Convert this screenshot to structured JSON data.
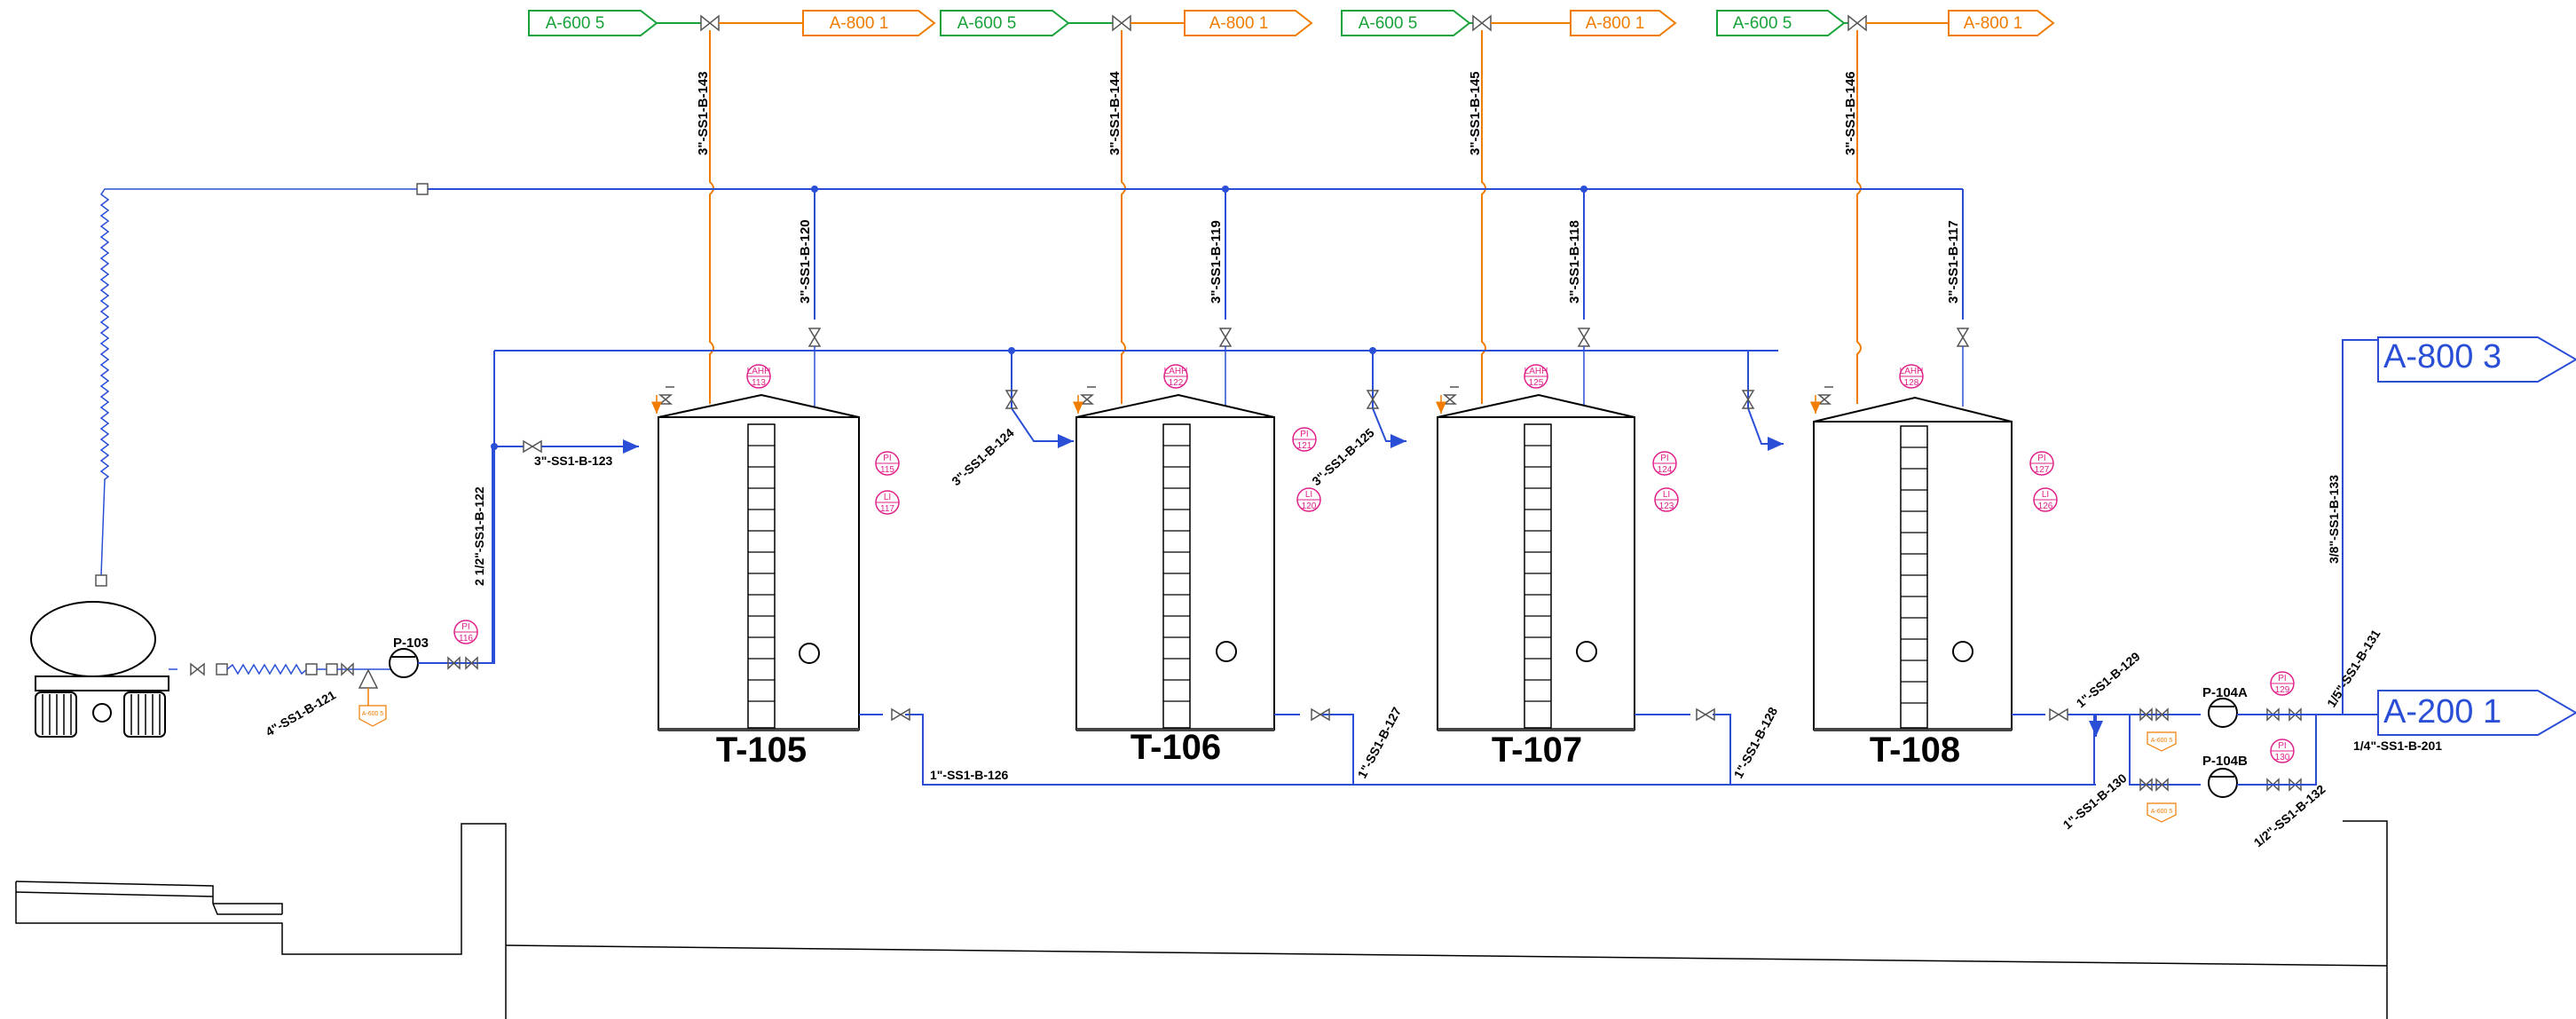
{
  "colors": {
    "water_line": "#2a4fd6",
    "steam_line": "#f07c00",
    "air_line": "#18a23a",
    "instrument": "#e0218a",
    "equipment": "#000000"
  },
  "tanks": [
    {
      "name": "T-105",
      "instruments": [
        {
          "tag": "LAHH",
          "num": "113"
        },
        {
          "tag": "PI",
          "num": "115"
        },
        {
          "tag": "LI",
          "num": "117"
        }
      ]
    },
    {
      "name": "T-106",
      "instruments": [
        {
          "tag": "LAHH",
          "num": "122"
        },
        {
          "tag": "PI",
          "num": "121"
        },
        {
          "tag": "LI",
          "num": "120"
        }
      ]
    },
    {
      "name": "T-107",
      "instruments": [
        {
          "tag": "LAHH",
          "num": "125"
        },
        {
          "tag": "PI",
          "num": "124"
        },
        {
          "tag": "LI",
          "num": "123"
        }
      ]
    },
    {
      "name": "T-108",
      "instruments": [
        {
          "tag": "LAHH",
          "num": "128"
        },
        {
          "tag": "PI",
          "num": "127"
        },
        {
          "tag": "LI",
          "num": "126"
        }
      ]
    }
  ],
  "offpage_top": [
    {
      "from": "A-600 5",
      "to": "A-800 1"
    },
    {
      "from": "A-600 5",
      "to": "A-800 1"
    },
    {
      "from": "A-600 5",
      "to": "A-800 1"
    },
    {
      "from": "A-600 5",
      "to": "A-800 1"
    }
  ],
  "offpage_right": [
    "A-800 3",
    "A-200 1"
  ],
  "steam_lines": [
    "3\"-SS1-B-143",
    "3\"-SS1-B-144",
    "3\"-SS1-B-145",
    "3\"-SS1-B-146"
  ],
  "vent_lines": [
    "3\"-SS1-B-120",
    "3\"-SS1-B-119",
    "3\"-SS1-B-118",
    "3\"-SS1-B-117"
  ],
  "line_labels": {
    "l121": "4\"-SS1-B-121",
    "l122": "2 1/2\"-SS1-B-122",
    "l123": "3\"-SS1-B-123",
    "l124": "3\"-SS1-B-124",
    "l125": "3\"-SS1-B-125",
    "l126": "1\"-SS1-B-126",
    "l127": "1\"-SS1-B-127",
    "l128": "1\"-SS1-B-128",
    "l129": "1\"-SS1-B-129",
    "l130": "1\"-SS1-B-130",
    "l131": "1/5\"-SS1-B-131",
    "l132": "1/2\"-SS1-B-132",
    "l133": "3/8\"-SS1-B-133",
    "l201": "1/4\"-SS1-B-201"
  },
  "pumps": {
    "p103": "P-103",
    "p104a": "P-104A",
    "p104b": "P-104B"
  },
  "pump_instruments": [
    {
      "tag": "PI",
      "num": "116"
    },
    {
      "tag": "PI",
      "num": "129"
    },
    {
      "tag": "PI",
      "num": "130"
    }
  ],
  "small_tags": {
    "p103_offpage": "A-600 5",
    "p104a_offpage": "A-600 5",
    "p104b_offpage": "A-600 5"
  }
}
